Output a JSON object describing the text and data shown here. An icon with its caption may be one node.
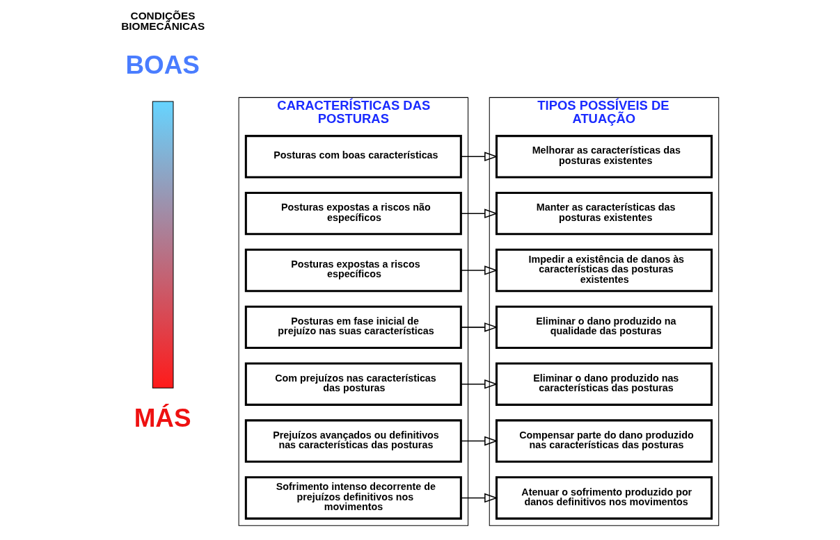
{
  "diagram": {
    "nodes": [
      {
        "text": [],
        "shape": "bar"
      },
      {
        "text": [
          "CARACTERÍSTICAS DAS POSTURAS"
        ]
      },
      {
        "text": [
          "Posturas com boas características"
        ],
        "in": 1
      },
      {
        "text": [
          "Posturas expostas a riscos não específicos"
        ],
        "in": 1
      },
      {
        "text": [
          "Posturas expostas a riscos específicos"
        ],
        "in": 1
      },
      {
        "text": [
          "Posturas em fase inicial de prejuízo nas suas características"
        ],
        "in": 1
      },
      {
        "text": [
          "Com prejuízos nas características das posturas"
        ],
        "in": 1
      },
      {
        "text": [
          "Prejuízos avançados ou definitivos nas características das posturas"
        ],
        "in": 1
      },
      {
        "text": [
          "Sofrimento intenso decorrente de prejuízos definitivos nos movimentos"
        ],
        "in": 1
      },
      {
        "text": [
          "TIPOS POSSÍVEIS DE ATUAÇÃO"
        ]
      },
      {
        "text": [
          "Melhorar as características das posturas existentes"
        ],
        "in": 9
      },
      {
        "text": [
          "Manter as características das posturas existentes"
        ],
        "in": 9
      },
      {
        "text": [
          "Impedir a existência de danos às características das posturas existentes"
        ],
        "in": 9
      },
      {
        "text": [
          "Eliminar o dano produzido na qualidade das posturas"
        ],
        "in": 9
      },
      {
        "text": [
          "Eliminar o dano produzido nas características das posturas"
        ],
        "in": 9
      },
      {
        "text": [
          "Compensar parte do dano produzido nas características das posturas"
        ],
        "in": 9
      },
      {
        "text": [
          "Atenuar o sofrimento produzido por danos definitivos nos movimentos"
        ],
        "in": 9
      }
    ],
    "edges": [
      {
        "from": 2,
        "to": 10,
        "arrow": "to"
      },
      {
        "from": 3,
        "to": 11,
        "arrow": "to"
      },
      {
        "from": 4,
        "to": 12,
        "arrow": "to"
      },
      {
        "from": 5,
        "to": 13,
        "arrow": "to"
      },
      {
        "from": 6,
        "to": 14,
        "arrow": "to"
      },
      {
        "from": 7,
        "to": 15,
        "arrow": "to"
      },
      {
        "from": 8,
        "to": 16,
        "arrow": "to"
      }
    ],
    "labels": [
      "CONDIÇÕES BIOMECÂNICAS",
      "BOAS",
      "MÁS"
    ]
  }
}
